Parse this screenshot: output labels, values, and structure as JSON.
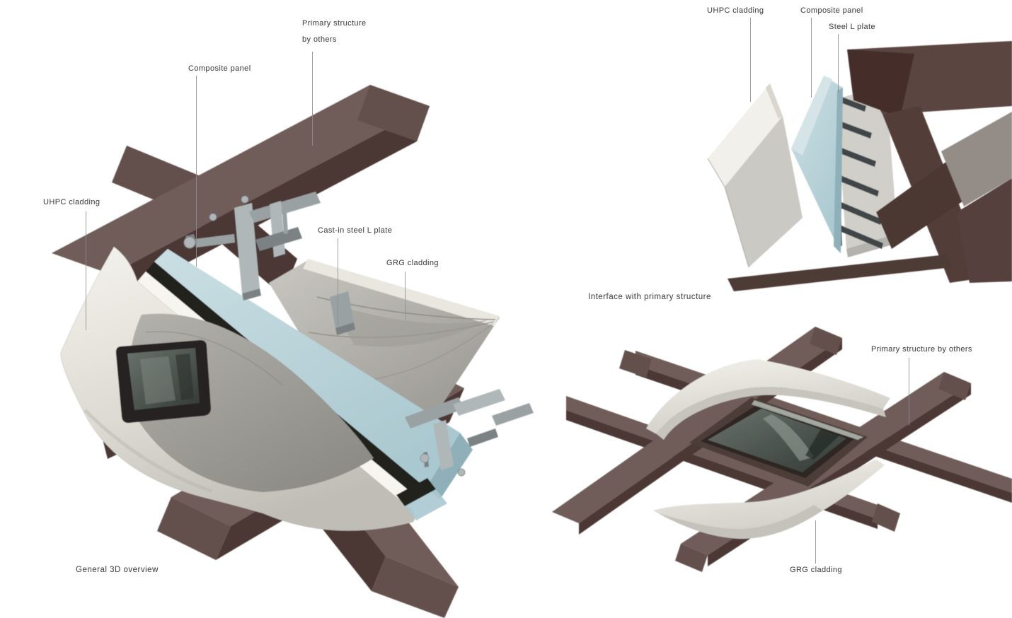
{
  "colors": {
    "background": "#ffffff",
    "label_text": "#4c4c4c",
    "leader_line": "#8d8d8d",
    "beam_top": "#6f5c58",
    "beam_side": "#4b3936",
    "beam_dark": "#3a2b28",
    "beam_cap": "#63504c",
    "uhpc_light": "#f3f1eb",
    "uhpc_mid": "#dcdad3",
    "uhpc_shadow": "#bfbdb6",
    "composite_light": "#cadfe3",
    "composite_mid": "#aac8d0",
    "composite_dark": "#8fb0b8",
    "grg_light": "#dedcd5",
    "grg_mid": "#bdbbb4",
    "grg_dark": "#989691",
    "steel_light": "#b0b7b9",
    "steel_mid": "#9aa1a3",
    "steel_dark": "#7b8284",
    "glazing_frame": "#262220",
    "glazing_dark": "#343a35",
    "glazing_light": "#828a82"
  },
  "views": {
    "overview": {
      "caption": "General 3D overview",
      "labels": {
        "primary_structure_line1": "Primary structure",
        "primary_structure_line2": "by others",
        "composite_panel": "Composite panel",
        "uhpc_cladding": "UHPC cladding",
        "cast_in_steel_l_plate": "Cast-in steel L plate",
        "grg_cladding": "GRG cladding"
      }
    },
    "interface_detail": {
      "caption": "Interface with primary structure",
      "labels": {
        "uhpc_cladding": "UHPC cladding",
        "composite_panel": "Composite panel",
        "steel_l_plate": "Steel L plate"
      }
    },
    "grg_exploded": {
      "labels": {
        "primary_structure": "Primary structure by others",
        "grg_cladding": "GRG cladding"
      }
    }
  }
}
